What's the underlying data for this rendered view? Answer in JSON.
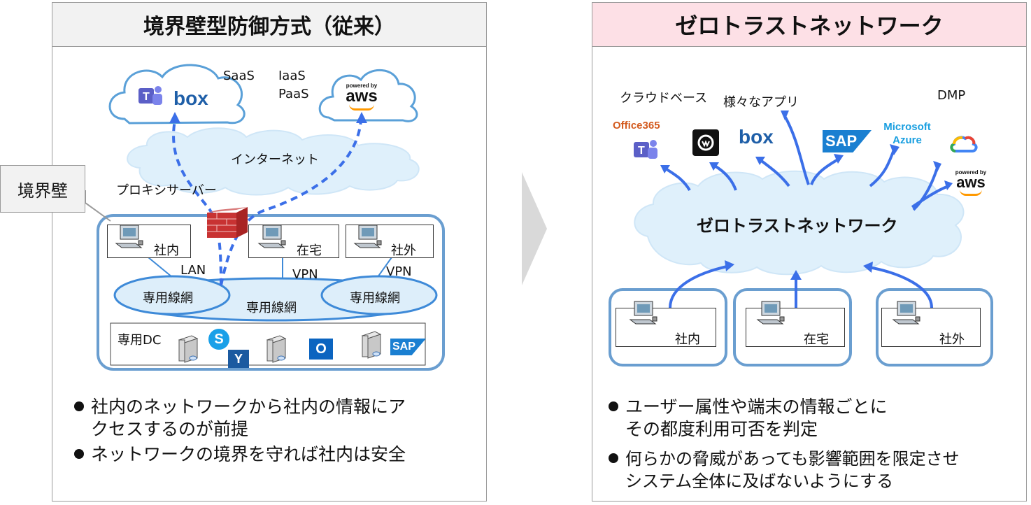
{
  "left": {
    "title": "境界壁型防御方式（従来）",
    "boundary_label": "境界壁",
    "proxy_label": "プロキシサーバー",
    "internet_label": "インターネット",
    "saas_label": "SaaS",
    "iaas_label": "IaaS",
    "paas_label": "PaaS",
    "clients": [
      "社内",
      "在宅",
      "社外"
    ],
    "link_lan": "LAN",
    "link_vpn_1": "VPN",
    "link_vpn_2": "VPN",
    "net_left": "専用線網",
    "net_center": "専用線網",
    "net_right": "専用線網",
    "dc_label": "専用DC",
    "cloud_logos": {
      "box": "box",
      "aws_small": "powered by",
      "aws": "aws"
    },
    "dc_logos": {
      "sap": "SAP",
      "skype": "S",
      "outlook": "O",
      "yammer": "Y"
    },
    "bullets": [
      [
        "社内のネットワークから社内の情報にア",
        "クセスするのが前提"
      ],
      [
        "ネットワークの境界を守れば社内は安全"
      ]
    ]
  },
  "right": {
    "title": "ゼロトラストネットワーク",
    "cloud_base": "クラウドベース",
    "various_apps": "様々なアプリ",
    "dmp": "DMP",
    "office365": "Office365",
    "box": "box",
    "sap": "SAP",
    "azure_1": "Microsoft",
    "azure_2": "Azure",
    "aws_small": "powered by",
    "aws": "aws",
    "network_label": "ゼロトラストネットワーク",
    "clients": [
      "社内",
      "在宅",
      "社外"
    ],
    "bullets": [
      [
        "ユーザー属性や端末の情報ごとに",
        "その都度利用可否を判定"
      ],
      [
        "何らかの脅威があっても影響範囲を限定させ",
        "システム全体に及ばないようにする"
      ]
    ]
  },
  "colors": {
    "left_head_bg": "#f2f2f2",
    "right_head_bg": "#fde0e6",
    "cloud_fill": "#dff0fb",
    "cloud_stroke": "#5aa0d8",
    "blue_arrow": "#3b6fe8",
    "container_stroke": "#6a9ed0",
    "ellipse_fill": "#ddeefa",
    "chevron": "#d9d9d9",
    "office_orange": "#d35a1e",
    "azure_blue": "#1a9fe0",
    "box_blue": "#1f5fa8",
    "sap_blue": "#1a7fd1",
    "teams_purple": "#5b5fc7"
  }
}
